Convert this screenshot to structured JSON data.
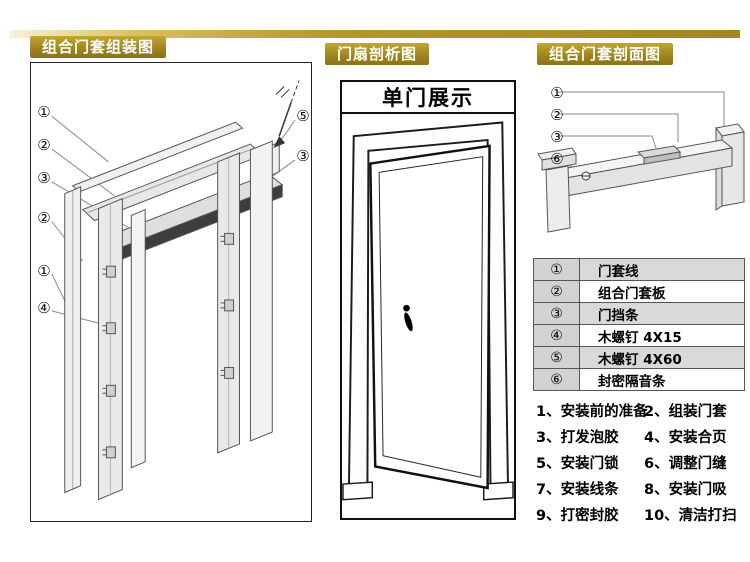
{
  "banners": {
    "assembly": "组合门套组装图",
    "door": "门扇剖析图",
    "section": "组合门套剖面图"
  },
  "door_panel": {
    "heading": "单门展示"
  },
  "assembly_callouts": {
    "left": [
      "①",
      "②",
      "③",
      "②",
      "①",
      "④"
    ],
    "right": [
      "⑤",
      "③"
    ]
  },
  "section_callouts": [
    "①",
    "②",
    "③",
    "⑥"
  ],
  "parts_table": {
    "rows": [
      {
        "num": "①",
        "name": "门套线"
      },
      {
        "num": "②",
        "name": "组合门套板"
      },
      {
        "num": "③",
        "name": "门挡条"
      },
      {
        "num": "④",
        "name": "木螺钉 4X15"
      },
      {
        "num": "⑤",
        "name": "木螺钉 4X60"
      },
      {
        "num": "⑥",
        "name": "封密隔音条"
      }
    ]
  },
  "steps": [
    {
      "left": "1、安装前的准备",
      "right": "2、组装门套"
    },
    {
      "left": "3、打发泡胶",
      "right": "4、安装合页"
    },
    {
      "left": "5、安装门锁",
      "right": "6、调整门缝"
    },
    {
      "left": "7、安装线条",
      "right": "8、安装门吸"
    },
    {
      "left": "9、打密封胶",
      "right": "10、清洁打扫"
    }
  ],
  "colors": {
    "accent_gold": "#a3861f",
    "row_stripe": "#d9d9d9"
  }
}
